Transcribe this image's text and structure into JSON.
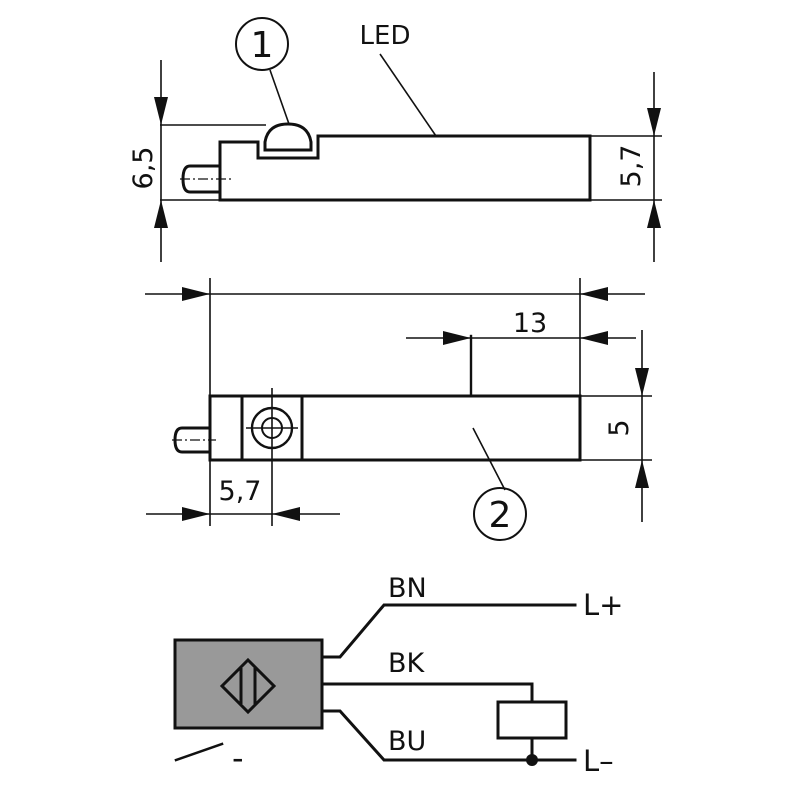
{
  "top_view": {
    "callout_1": "1",
    "led_label": "LED",
    "height_dim": "6,5",
    "body_height_dim": "5,7"
  },
  "front_view": {
    "offset_dim": "13",
    "height_dim": "5",
    "width_dim": "5,7",
    "callout_2": "2"
  },
  "wiring": {
    "wire_bn": "BN",
    "wire_bk": "BK",
    "wire_bu": "BU",
    "terminal_plus": "L+",
    "terminal_minus": "L–",
    "switch_output": "-"
  }
}
